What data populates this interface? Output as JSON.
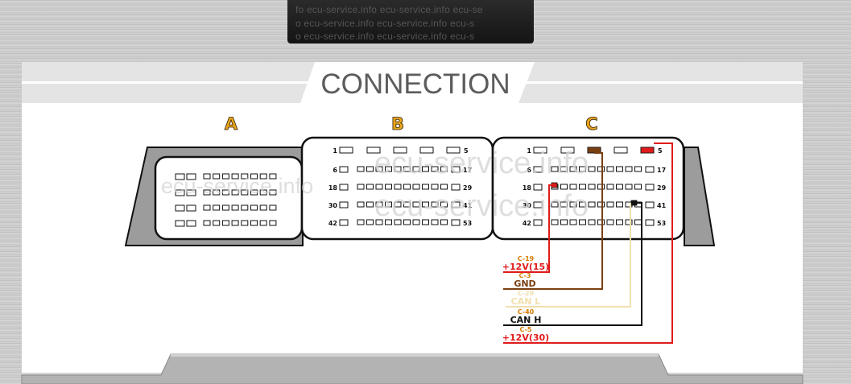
{
  "title": "CONNECTION",
  "watermark": "ecu-service.info",
  "photo_watermark_lines": [
    "fo ecu-service.info ecu-service.info ecu-se",
    "o ecu-service.info ecu-service.info ecu-s",
    "o ecu-service.info ecu-service.info ecu-s"
  ],
  "connectors": {
    "A": {
      "label": "A"
    },
    "B": {
      "label": "B",
      "row_labels": [
        {
          "left": "1",
          "right": "5"
        },
        {
          "left": "6",
          "right": "17"
        },
        {
          "left": "18",
          "right": "29"
        },
        {
          "left": "30",
          "right": "41"
        },
        {
          "left": "42",
          "right": "53"
        }
      ]
    },
    "C": {
      "label": "C",
      "row_labels": [
        {
          "left": "1",
          "right": "5"
        },
        {
          "left": "6",
          "right": "17"
        },
        {
          "left": "18",
          "right": "29"
        },
        {
          "left": "30",
          "right": "41"
        },
        {
          "left": "42",
          "right": "53"
        }
      ]
    }
  },
  "wires": [
    {
      "pin": "C-19",
      "name": "+12V(15)",
      "color": "#e01b1b"
    },
    {
      "pin": "C-3",
      "name": "GND",
      "color": "#7a3f12"
    },
    {
      "pin": "C-29",
      "name": "CAN L",
      "color": "#f2dfae"
    },
    {
      "pin": "C-40",
      "name": "CAN H",
      "color": "#111111"
    },
    {
      "pin": "C-5",
      "name": "+12V(30)",
      "color": "#e01b1b"
    }
  ],
  "colors": {
    "label_fill": "#e9a51e",
    "ref_text": "#d97b00",
    "shell": "#9c9c9c",
    "title": "#5c5c5c"
  }
}
